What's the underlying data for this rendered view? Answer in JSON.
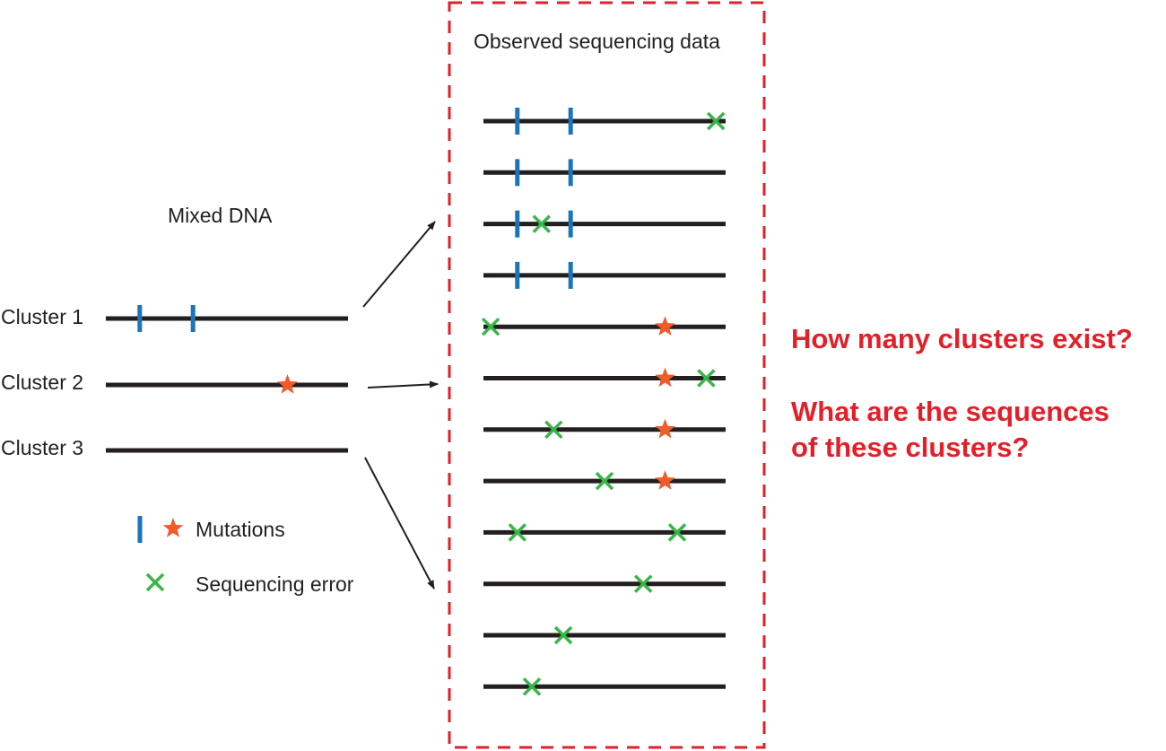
{
  "observed_title": "Observed sequencing data",
  "mixed_title": "Mixed DNA",
  "clusters": [
    {
      "label": "Cluster 1",
      "mutations": [
        {
          "kind": "bar",
          "pos": 0.14
        },
        {
          "kind": "bar",
          "pos": 0.36
        }
      ]
    },
    {
      "label": "Cluster 2",
      "mutations": [
        {
          "kind": "star",
          "pos": 0.75
        }
      ]
    },
    {
      "label": "Cluster 3",
      "mutations": []
    }
  ],
  "reads": [
    {
      "marks": [
        {
          "kind": "bar",
          "pos": 0.14
        },
        {
          "kind": "bar",
          "pos": 0.36
        },
        {
          "kind": "x",
          "pos": 0.96
        }
      ]
    },
    {
      "marks": [
        {
          "kind": "bar",
          "pos": 0.14
        },
        {
          "kind": "bar",
          "pos": 0.36
        }
      ]
    },
    {
      "marks": [
        {
          "kind": "bar",
          "pos": 0.14
        },
        {
          "kind": "x",
          "pos": 0.24
        },
        {
          "kind": "bar",
          "pos": 0.36
        }
      ]
    },
    {
      "marks": [
        {
          "kind": "bar",
          "pos": 0.14
        },
        {
          "kind": "bar",
          "pos": 0.36
        }
      ]
    },
    {
      "marks": [
        {
          "kind": "x",
          "pos": 0.03
        },
        {
          "kind": "star",
          "pos": 0.75
        }
      ]
    },
    {
      "marks": [
        {
          "kind": "star",
          "pos": 0.75
        },
        {
          "kind": "x",
          "pos": 0.92
        }
      ]
    },
    {
      "marks": [
        {
          "kind": "x",
          "pos": 0.29
        },
        {
          "kind": "star",
          "pos": 0.75
        }
      ]
    },
    {
      "marks": [
        {
          "kind": "x",
          "pos": 0.5
        },
        {
          "kind": "star",
          "pos": 0.75
        }
      ]
    },
    {
      "marks": [
        {
          "kind": "x",
          "pos": 0.14
        },
        {
          "kind": "x",
          "pos": 0.8
        }
      ]
    },
    {
      "marks": [
        {
          "kind": "x",
          "pos": 0.66
        }
      ]
    },
    {
      "marks": [
        {
          "kind": "x",
          "pos": 0.33
        }
      ]
    },
    {
      "marks": [
        {
          "kind": "x",
          "pos": 0.2
        }
      ]
    }
  ],
  "legend": {
    "mutations_label": "Mutations",
    "error_label": "Sequencing error"
  },
  "questions": {
    "q1": "How many clusters exist?",
    "q2_line1": "What are the sequences",
    "q2_line2": "of these clusters?"
  },
  "colors": {
    "line": "#231f20",
    "bar_mutation": "#1b75bb",
    "star_mutation": "#f15a29",
    "error_x": "#39b54a",
    "box": "#e3202a",
    "question": "#e3202a"
  }
}
